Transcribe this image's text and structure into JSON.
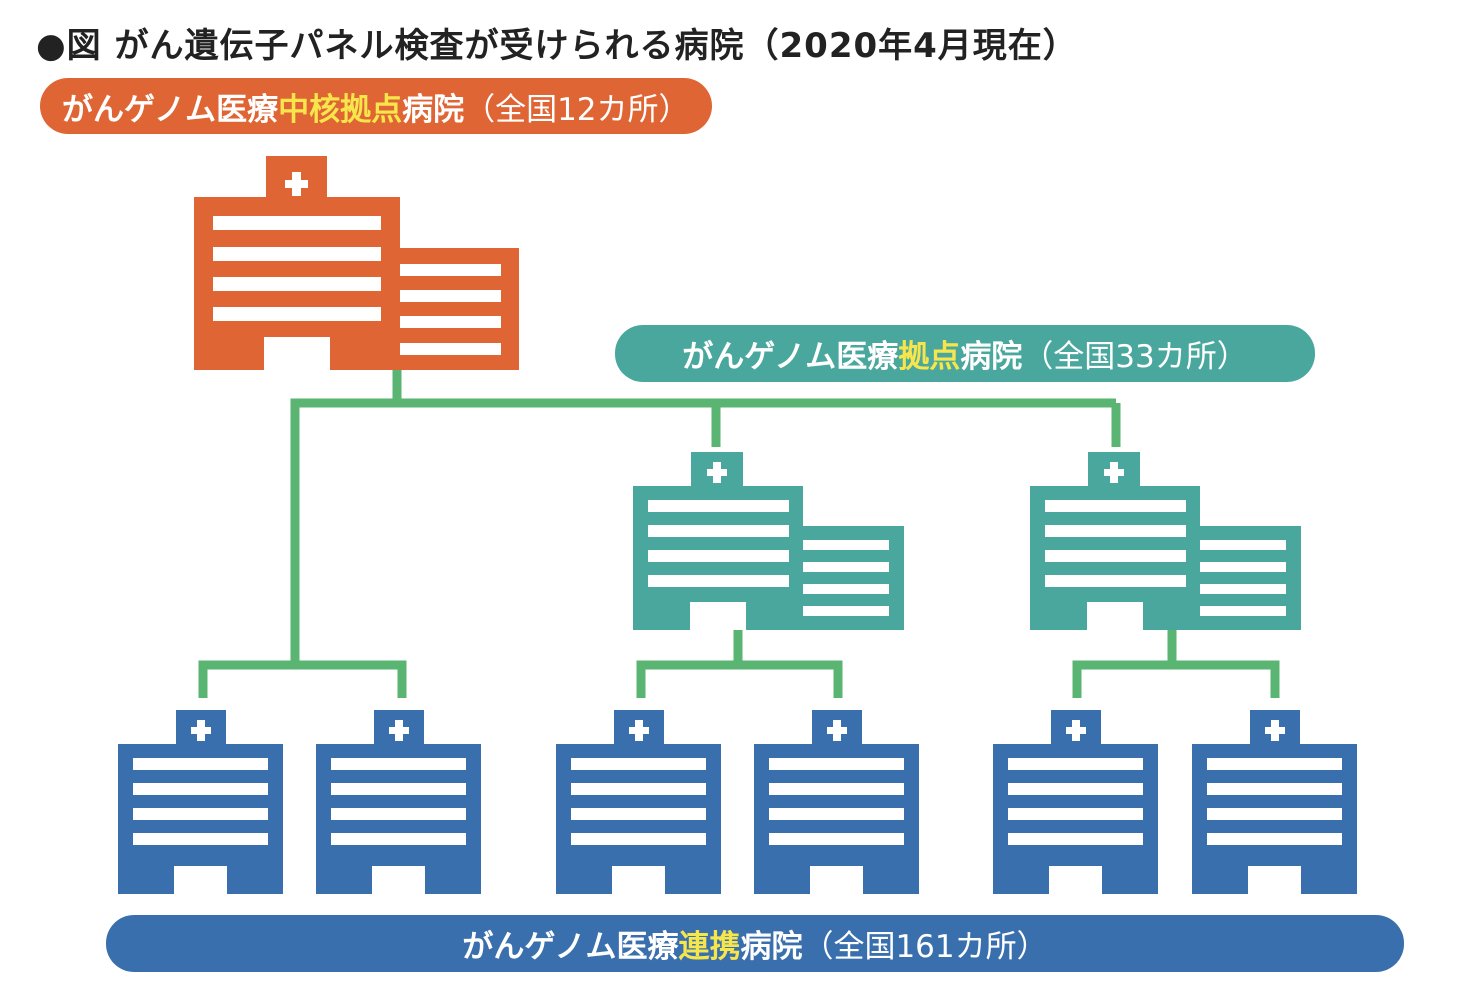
{
  "title": "●図 がん遺伝子パネル検査が受けられる病院（2020年4月現在）",
  "core": {
    "pre": "がんゲノム医療",
    "highlight": "中核拠点",
    "post": "病院",
    "count": "（全国12カ所）"
  },
  "base": {
    "pre": "がんゲノム医療",
    "highlight": "拠点",
    "post": "病院",
    "count": "（全国33カ所）"
  },
  "coop": {
    "pre": "がんゲノム医療",
    "highlight": "連携",
    "post": "病院",
    "count": "（全国161カ所）"
  },
  "colors": {
    "core": "#df6534",
    "base": "#4aa79d",
    "coop": "#3a6fad",
    "line": "#5ab472",
    "highlight": "#f7e64b"
  },
  "icons": [
    "hospital-core-icon",
    "hospital-base-icon",
    "hospital-coop-icon"
  ]
}
